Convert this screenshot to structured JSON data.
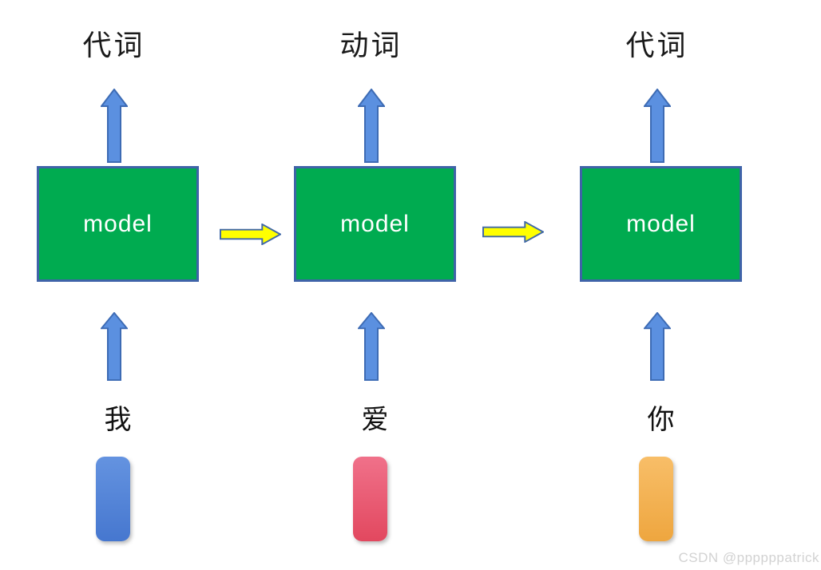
{
  "diagram": {
    "columns": [
      {
        "output_label": "代词",
        "model_label": "model",
        "input_label": "我",
        "bar_color": "#5585DB",
        "bar_color_top": "#6493E0",
        "bar_color_bottom": "#4677CF"
      },
      {
        "output_label": "动词",
        "model_label": "model",
        "input_label": "爱",
        "bar_color": "#E95C73",
        "bar_color_top": "#F0718A",
        "bar_color_bottom": "#E2485F"
      },
      {
        "output_label": "代词",
        "model_label": "model",
        "input_label": "你",
        "bar_color": "#F3B254",
        "bar_color_top": "#F8BE68",
        "bar_color_bottom": "#EEA63F"
      }
    ],
    "colors": {
      "model_box_fill": "#00AB50",
      "model_box_border": "#3F63A8",
      "flow_arrow_fill": "#5B90E0",
      "flow_arrow_border": "#3D6BB4",
      "transfer_arrow_fill": "#FFFF00",
      "transfer_arrow_border": "#4169A8",
      "model_text_color": "#FFFFFF",
      "label_text_color": "#1A1A1A",
      "background": "#FFFFFF",
      "watermark_color": "#D2D2D2"
    },
    "watermark": "CSDN @ppppppatrick"
  }
}
